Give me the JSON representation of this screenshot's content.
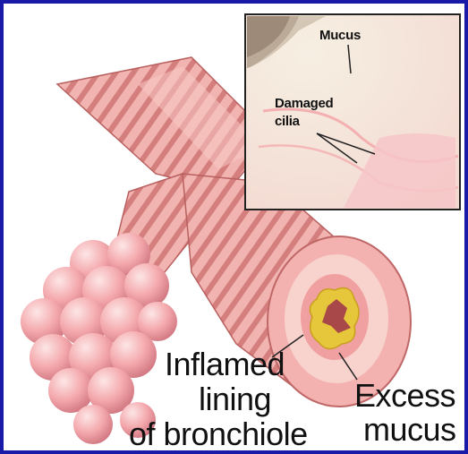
{
  "labels": {
    "mucus": "Mucus",
    "damaged_cilia_line1": "Damaged",
    "damaged_cilia_line2": "cilia",
    "inflamed_line1": "Inflamed",
    "inflamed_line2": "lining",
    "inflamed_line3": "of bronchiole",
    "excess_line1": "Excess",
    "excess_line2": "mucus"
  },
  "colors": {
    "border": "#1a1aa8",
    "tissue": "#f0a8a8",
    "tissue_dark": "#c86a6a",
    "mucus": "#e8c838",
    "lumen": "#b04848"
  }
}
